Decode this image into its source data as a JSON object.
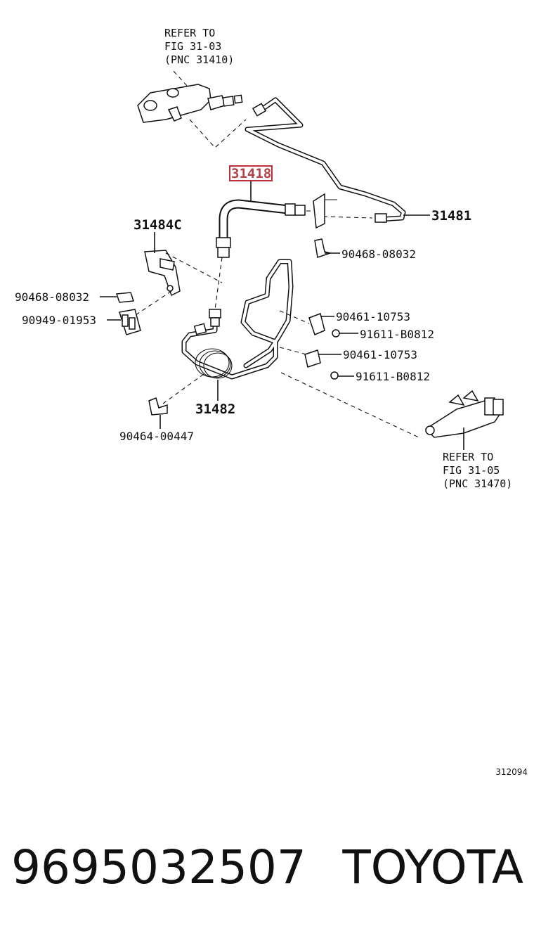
{
  "diagram": {
    "refer_top": [
      "REFER TO",
      "FIG 31-03",
      "(PNC 31410)"
    ],
    "refer_bottom": [
      "REFER TO",
      "FIG 31-05",
      "(PNC 31470)"
    ],
    "highlighted_part": "31418",
    "highlight_color": "#c0303a",
    "parts": {
      "p31481": "31481",
      "p31484c": "31484C",
      "p31482": "31482",
      "clip_right_top": "90468-08032",
      "clip_left": "90468-08032",
      "clamp_left": "90949-01953",
      "clamp_r1": "90461-10753",
      "bolt_r1": "91611-B0812",
      "clamp_r2": "90461-10753",
      "bolt_r2": "91611-B0812",
      "clip_bottom": "90464-00447"
    },
    "figure_id": "312094"
  },
  "footer": {
    "part_number": "9695032507",
    "brand": "TOYOTA"
  }
}
